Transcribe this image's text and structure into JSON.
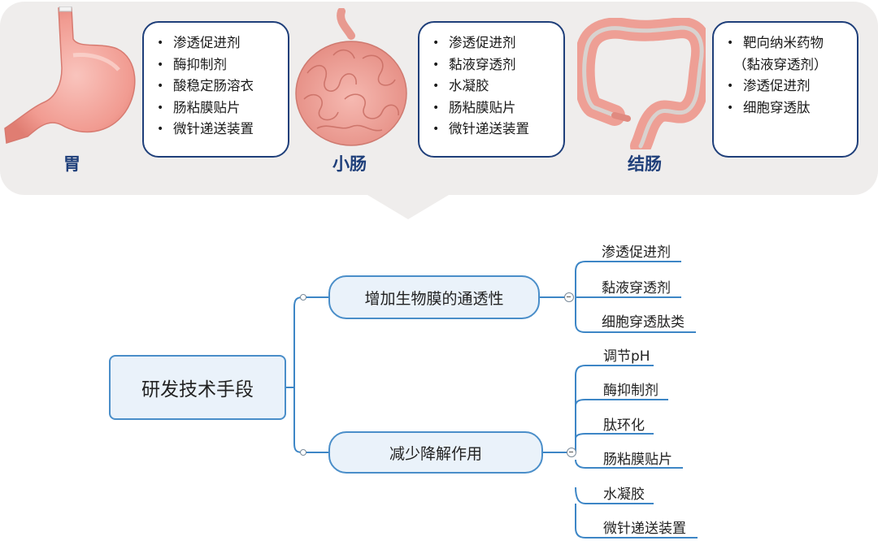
{
  "organs": [
    {
      "name": "胃",
      "items": [
        "渗透促进剂",
        "酶抑制剂",
        "酸稳定肠溶衣",
        "肠粘膜贴片",
        "微针递送装置"
      ]
    },
    {
      "name": "小肠",
      "items": [
        "渗透促进剂",
        "黏液穿透剂",
        "水凝胶",
        "肠粘膜贴片",
        "微针递送装置"
      ]
    },
    {
      "name": "结肠",
      "items": [
        "靶向纳米药物",
        "（黏液穿透剂）",
        "渗透促进剂",
        "细胞穿透肽"
      ]
    }
  ],
  "mindmap": {
    "root": "研发技术手段",
    "branches": [
      {
        "label": "增加生物膜的通透性",
        "leaves": [
          "渗透促进剂",
          "黏液穿透剂",
          "细胞穿透肽类"
        ]
      },
      {
        "label": "减少降解作用",
        "leaves": [
          "调节pH",
          "酶抑制剂",
          "肽环化",
          "肠粘膜贴片",
          "水凝胶",
          "微针递送装置"
        ]
      }
    ]
  },
  "colors": {
    "panel_bg": "#efedec",
    "box_border": "#1f3f7a",
    "node_border": "#4a8ec9",
    "node_fill": "#eaf2fa",
    "organ_pink": "#f2a39b"
  }
}
